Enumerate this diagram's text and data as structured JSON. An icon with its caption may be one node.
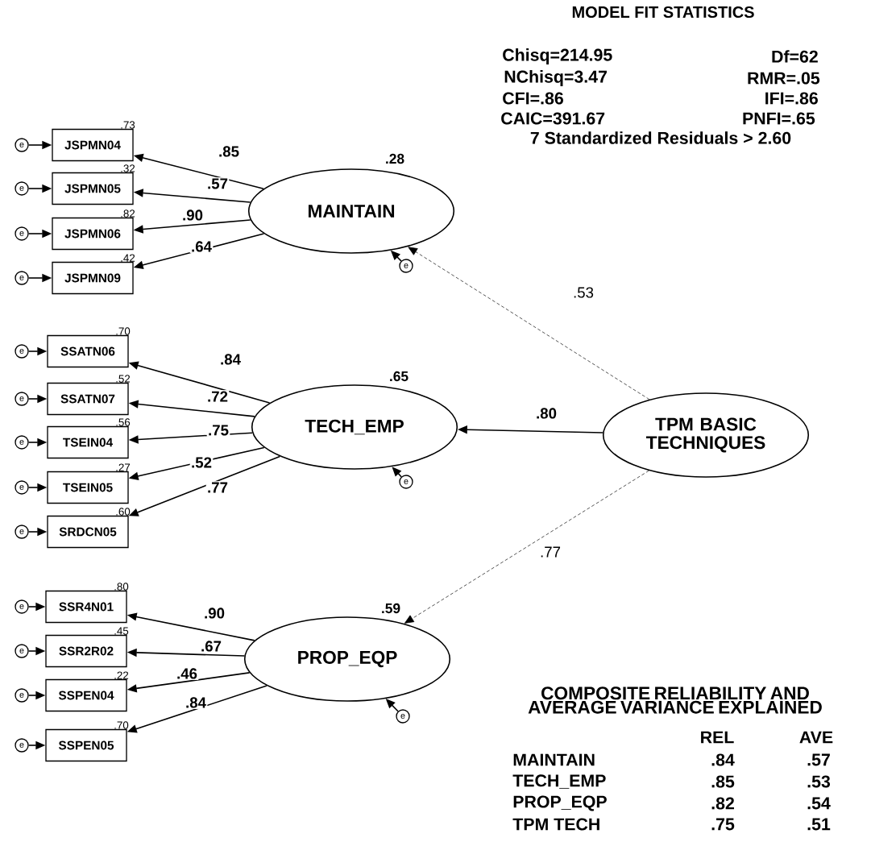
{
  "diagram": {
    "nodes": [
      {
        "text": [
          "MAINTAIN"
        ],
        "beside": [
          ".28"
        ]
      },
      {
        "text": [
          "TECH_EMP"
        ],
        "beside": [
          ".65"
        ]
      },
      {
        "text": [
          "PROP_EQP"
        ],
        "beside": [
          ".59"
        ]
      },
      {
        "text": [
          "TPM BASIC TECHNIQUES"
        ]
      },
      {
        "text": [
          "JSPMN04"
        ],
        "beside": [
          ".73"
        ]
      },
      {
        "text": [
          "JSPMN05"
        ],
        "beside": [
          ".32"
        ]
      },
      {
        "text": [
          "JSPMN06"
        ],
        "beside": [
          ".82"
        ]
      },
      {
        "text": [
          "JSPMN09"
        ],
        "beside": [
          ".42"
        ]
      },
      {
        "text": [
          "SSATN06"
        ],
        "beside": [
          ".70"
        ]
      },
      {
        "text": [
          "SSATN07"
        ],
        "beside": [
          ".52"
        ]
      },
      {
        "text": [
          "TSEIN04"
        ],
        "beside": [
          ".56"
        ]
      },
      {
        "text": [
          "TSEIN05"
        ],
        "beside": [
          ".27"
        ]
      },
      {
        "text": [
          "SRDCN05"
        ],
        "beside": [
          ".60"
        ]
      },
      {
        "text": [
          "SSR4N01"
        ],
        "beside": [
          ".80"
        ]
      },
      {
        "text": [
          "SSR2R02"
        ],
        "beside": [
          ".45"
        ]
      },
      {
        "text": [
          "SSPEN04"
        ],
        "beside": [
          ".22"
        ]
      },
      {
        "text": [
          "SSPEN05"
        ],
        "beside": [
          ".70"
        ]
      },
      {
        "text": [
          "e"
        ]
      },
      {
        "text": [
          "e"
        ]
      },
      {
        "text": [
          "e"
        ]
      },
      {
        "text": [
          "e"
        ]
      },
      {
        "text": [
          "e"
        ]
      },
      {
        "text": [
          "e"
        ]
      },
      {
        "text": [
          "e"
        ]
      },
      {
        "text": [
          "e"
        ]
      },
      {
        "text": [
          "e"
        ]
      },
      {
        "text": [
          "e"
        ]
      },
      {
        "text": [
          "e"
        ]
      },
      {
        "text": [
          "e"
        ]
      },
      {
        "text": [
          "e"
        ]
      },
      {
        "text": [
          "e"
        ]
      },
      {
        "text": [
          "e"
        ]
      },
      {
        "text": [
          "e"
        ]
      }
    ],
    "edges": [
      {
        "from": 0,
        "to": 4,
        "arrow": "to",
        "label": ".85"
      },
      {
        "from": 0,
        "to": 5,
        "arrow": "to",
        "label": ".57"
      },
      {
        "from": 0,
        "to": 6,
        "arrow": "to",
        "label": ".90"
      },
      {
        "from": 0,
        "to": 7,
        "arrow": "to",
        "label": ".64"
      },
      {
        "from": 1,
        "to": 8,
        "arrow": "to",
        "label": ".84"
      },
      {
        "from": 1,
        "to": 9,
        "arrow": "to",
        "label": ".72"
      },
      {
        "from": 1,
        "to": 10,
        "arrow": "to",
        "label": ".75"
      },
      {
        "from": 1,
        "to": 11,
        "arrow": "to",
        "label": ".52"
      },
      {
        "from": 1,
        "to": 12,
        "arrow": "to",
        "label": ".77"
      },
      {
        "from": 2,
        "to": 13,
        "arrow": "to",
        "label": ".90"
      },
      {
        "from": 2,
        "to": 14,
        "arrow": "to",
        "label": ".67"
      },
      {
        "from": 2,
        "to": 15,
        "arrow": "to",
        "label": ".46"
      },
      {
        "from": 2,
        "to": 16,
        "arrow": "to",
        "label": ".84"
      },
      {
        "from": 3,
        "to": 0,
        "arrow": "to",
        "label": ".53",
        "style": "dashed"
      },
      {
        "from": 3,
        "to": 1,
        "arrow": "to",
        "label": ".80"
      },
      {
        "from": 3,
        "to": 2,
        "arrow": "to",
        "label": ".77",
        "style": "dashed"
      },
      {
        "from": 17,
        "to": 4,
        "arrow": "to"
      },
      {
        "from": 18,
        "to": 5,
        "arrow": "to"
      },
      {
        "from": 19,
        "to": 6,
        "arrow": "to"
      },
      {
        "from": 20,
        "to": 7,
        "arrow": "to"
      },
      {
        "from": 21,
        "to": 8,
        "arrow": "to"
      },
      {
        "from": 22,
        "to": 9,
        "arrow": "to"
      },
      {
        "from": 23,
        "to": 10,
        "arrow": "to"
      },
      {
        "from": 24,
        "to": 11,
        "arrow": "to"
      },
      {
        "from": 25,
        "to": 12,
        "arrow": "to"
      },
      {
        "from": 26,
        "to": 13,
        "arrow": "to"
      },
      {
        "from": 27,
        "to": 14,
        "arrow": "to"
      },
      {
        "from": 28,
        "to": 15,
        "arrow": "to"
      },
      {
        "from": 29,
        "to": 16,
        "arrow": "to"
      },
      {
        "from": 30,
        "to": 0,
        "arrow": "to"
      },
      {
        "from": 31,
        "to": 1,
        "arrow": "to"
      },
      {
        "from": 32,
        "to": 2,
        "arrow": "to"
      }
    ],
    "labels": [
      "MODEL FIT STATISTICS",
      "Chisq=214.95",
      "Df=62",
      "NChisq=3.47",
      "RMR=.05",
      "CFI=.86",
      "IFI=.86",
      "CAIC=391.67",
      "PNFI=.65",
      "7 Standardized Residuals > 2.60",
      "COMPOSITE RELIABILITY AND AVERAGE VARIANCE EXPLAINED",
      "REL",
      "AVE",
      "MAINTAIN",
      ".84",
      ".57",
      "TECH_EMP",
      ".85",
      ".53",
      "PROP_EQP",
      ".82",
      ".54",
      "TPM TECH",
      ".75",
      ".51"
    ]
  }
}
